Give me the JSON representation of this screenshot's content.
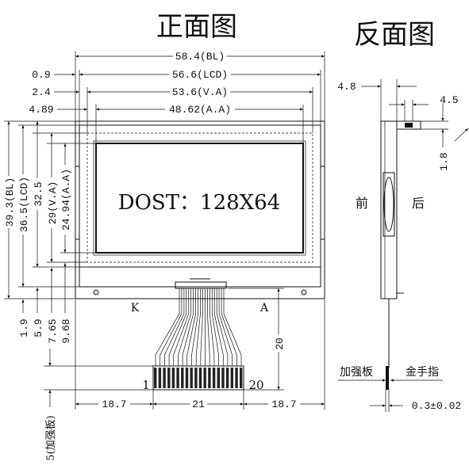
{
  "titles": {
    "front": "正面图",
    "back": "反面图"
  },
  "display_text": "DOST：128X64",
  "horizontal_dims": {
    "bl": "58.4(BL)",
    "lcd": "56.6(LCD)",
    "va": "53.6(V.A)",
    "aa": "48.62(A.A)",
    "left_offsets": [
      "0.9",
      "2.4",
      "4.89"
    ]
  },
  "vertical_dims": {
    "bl": "39.3(BL)",
    "lcd": "36.5(LCD)",
    "h32": "32.5",
    "va": "29(V.A)",
    "aa": "24.94(A.A)",
    "bottom_offsets": [
      "1.9",
      "5.9",
      "7.65",
      "9.68"
    ]
  },
  "fpc": {
    "pin_first": "1",
    "pin_last": "20",
    "length": "20",
    "stiffener_label": "5(加强板)"
  },
  "bottom_dims": {
    "left": "18.7",
    "middle": "21",
    "right": "18.7"
  },
  "markers": {
    "k": "K",
    "a": "A"
  },
  "side_view": {
    "top_width": "4.8",
    "tab_width": "4.5",
    "tab_offset": "1.8",
    "front_label": "前",
    "back_label": "后",
    "stiffener": "加强板",
    "gold_finger": "金手指",
    "fpc_thickness": "0.3±0.02"
  }
}
